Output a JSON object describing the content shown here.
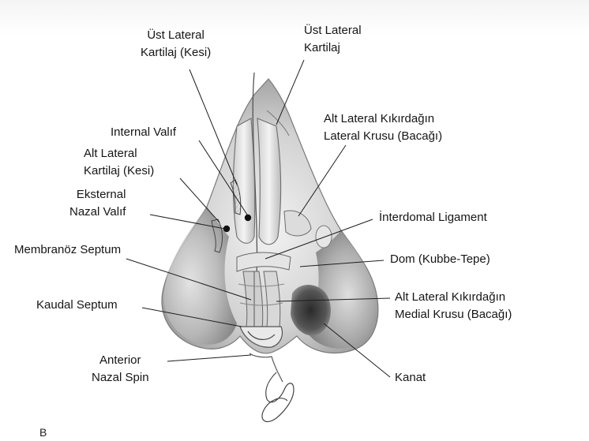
{
  "labels": {
    "ust_lateral_kesi": [
      "Üst Lateral",
      "Kartilaj (Kesi)"
    ],
    "ust_lateral": [
      "Üst Lateral",
      "Kartilaj"
    ],
    "internal_valif": "Internal Valıf",
    "alt_lateral_kesi": [
      "Alt Lateral",
      "Kartilaj (Kesi)"
    ],
    "eksternal_valif": [
      "Eksternal",
      "Nazal Valıf"
    ],
    "alt_lateral_krus": [
      "Alt Lateral Kıkırdağın",
      "Lateral Krusu (Bacağı)"
    ],
    "interdomal": "İnterdomal Ligament",
    "membranoz": "Membranöz Septum",
    "dom": "Dom (Kubbe-Tepe)",
    "kaudal": "Kaudal Septum",
    "medial_krus": [
      "Alt Lateral Kıkırdağın",
      "Medial Krusu (Bacağı)"
    ],
    "anterior": [
      "Anterior",
      "Nazal Spin"
    ],
    "kanat": "Kanat"
  },
  "figure_letter": "B",
  "colors": {
    "ink": "#151515",
    "skin_light": "#e9e9e9",
    "skin_mid": "#bdbdbd",
    "skin_dark": "#6c6c6c"
  }
}
